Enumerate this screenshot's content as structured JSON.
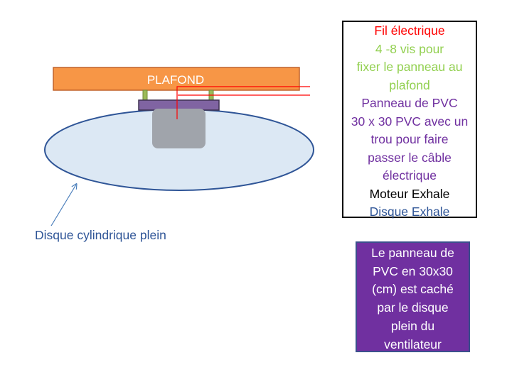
{
  "colors": {
    "plafond_fill": "#f79646",
    "plafond_stroke": "#c0622a",
    "screw_fill": "#9bbb59",
    "panel_fill": "#8064a2",
    "panel_stroke": "#3f3151",
    "motor_fill": "#a0a4ab",
    "disc_fill": "#dce8f4",
    "disc_stroke": "#2f5597",
    "wire": "#ff0000",
    "arrow": "#4a7ebb",
    "note_bg": "#7030a0"
  },
  "diagram": {
    "plafond_label": "PLAFOND",
    "disc_caption": "Disque cylindrique plein"
  },
  "legend": [
    {
      "text": "Fil électrique",
      "color": "#ff0000"
    },
    {
      "text": "4 -8 vis pour",
      "color": "#92d050"
    },
    {
      "text": "fixer le panneau au",
      "color": "#92d050"
    },
    {
      "text": "plafond",
      "color": "#92d050"
    },
    {
      "text": "Panneau de PVC",
      "color": "#7030a0"
    },
    {
      "text": "30 x 30 PVC avec un",
      "color": "#7030a0"
    },
    {
      "text": "trou pour faire",
      "color": "#7030a0"
    },
    {
      "text": "passer le câble",
      "color": "#7030a0"
    },
    {
      "text": "électrique",
      "color": "#7030a0"
    },
    {
      "text": "Moteur Exhale",
      "color": "#000000"
    },
    {
      "text": "Disque Exhale",
      "color": "#2f5597"
    }
  ],
  "note": [
    "Le panneau  de",
    "PVC en 30x30",
    "(cm) est caché",
    "par le disque",
    "plein du",
    "ventilateur"
  ]
}
